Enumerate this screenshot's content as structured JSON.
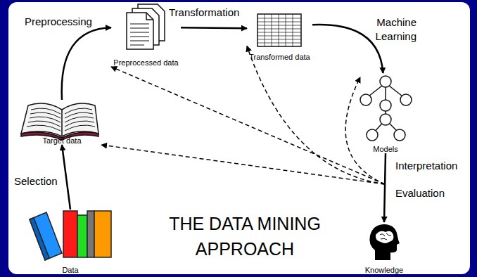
{
  "diagram": {
    "title": "THE DATA MINING APPROACH",
    "nodes": [
      {
        "text": [
          "Data"
        ]
      },
      {
        "text": [
          "Target data"
        ]
      },
      {
        "text": [
          "Preprocessed data"
        ]
      },
      {
        "text": [
          "Transformed data"
        ]
      },
      {
        "text": [
          "Models"
        ]
      },
      {
        "text": [
          "Knowledge"
        ]
      }
    ],
    "edges": [
      {
        "from": 0,
        "to": 1,
        "label": "Selection",
        "arrow": "to"
      },
      {
        "from": 1,
        "to": 2,
        "label": "Preprocessing",
        "arrow": "to"
      },
      {
        "from": 2,
        "to": 3,
        "label": "Transformation",
        "arrow": "to"
      },
      {
        "from": 3,
        "to": 4,
        "label": "Machine Learning",
        "arrow": "to"
      },
      {
        "from": 4,
        "to": 5,
        "label": "Interpretation",
        "arrow": "to"
      },
      {
        "from": 5,
        "to": 1,
        "arrow": "to"
      },
      {
        "from": 5,
        "to": 2,
        "arrow": "to"
      },
      {
        "from": 5,
        "to": 3,
        "arrow": "to"
      },
      {
        "from": 5,
        "to": 4,
        "arrow": "to"
      }
    ],
    "labels": [
      "Evaluation"
    ]
  }
}
